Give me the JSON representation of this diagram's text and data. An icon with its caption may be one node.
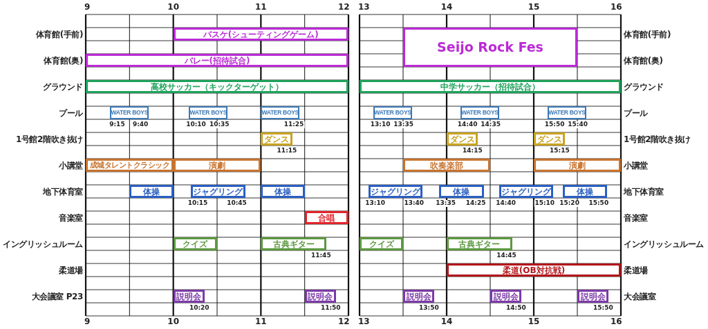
{
  "diagram": {
    "nodes": [
      {
        "text": [
          "バスケ(シューティングゲーム)"
        ]
      },
      {
        "text": [
          "Seijo Rock Fes"
        ]
      },
      {
        "text": [
          "バレー(招待試合)"
        ]
      },
      {
        "text": [
          "高校サッカー（キックターゲット）"
        ]
      },
      {
        "text": [
          "中学サッカー（招待試合）"
        ]
      },
      {
        "text": [
          "WATER BOYS"
        ],
        "beside": [
          "9:15",
          "9:40"
        ]
      },
      {
        "text": [
          "WATER BOYS"
        ],
        "beside": [
          "10:10",
          "10:35"
        ]
      },
      {
        "text": [
          "WATER BOYS"
        ],
        "beside": [
          "11:25"
        ]
      },
      {
        "text": [
          "WATER BOYS"
        ],
        "beside": [
          "13:10",
          "13:35"
        ]
      },
      {
        "text": [
          "WATER BOYS"
        ],
        "beside": [
          "14:40",
          "14:35"
        ]
      },
      {
        "text": [
          "WATER BOYS"
        ],
        "beside": [
          "15:50",
          "15:40"
        ]
      },
      {
        "text": [
          "ダンス"
        ],
        "beside": [
          "11:15"
        ]
      },
      {
        "text": [
          "ダンス"
        ],
        "beside": [
          "14:15"
        ]
      },
      {
        "text": [
          "ダンス"
        ],
        "beside": [
          "15:15"
        ]
      },
      {
        "text": [
          "成城タレントクラシック"
        ]
      },
      {
        "text": [
          "演劇"
        ]
      },
      {
        "text": [
          "吹奏楽部"
        ]
      },
      {
        "text": [
          "演劇"
        ]
      },
      {
        "text": [
          "体操"
        ]
      },
      {
        "text": [
          "ジャグリング"
        ],
        "beside": [
          "10:15",
          "10:45"
        ]
      },
      {
        "text": [
          "体操"
        ]
      },
      {
        "text": [
          "ジャグリング"
        ],
        "beside": [
          "13:10",
          "13:40"
        ]
      },
      {
        "text": [
          "体操"
        ],
        "beside": [
          "13:35",
          "14:25"
        ]
      },
      {
        "text": [
          "ジャグリング"
        ],
        "beside": [
          "14:40",
          "15:10"
        ]
      },
      {
        "text": [
          "体操"
        ],
        "beside": [
          "15:20",
          "15:50"
        ]
      },
      {
        "text": [
          "合唱"
        ]
      },
      {
        "text": [
          "クイズ"
        ]
      },
      {
        "text": [
          "古典ギター"
        ],
        "beside": [
          "11:45"
        ]
      },
      {
        "text": [
          "クイズ"
        ]
      },
      {
        "text": [
          "古典ギター"
        ],
        "beside": [
          "14:45"
        ]
      },
      {
        "text": [
          "柔道(OB対抗戦)"
        ]
      },
      {
        "text": [
          "説明会"
        ],
        "beside": [
          "10:20"
        ]
      },
      {
        "text": [
          "説明会"
        ],
        "beside": [
          "11:50"
        ]
      },
      {
        "text": [
          "説明会"
        ],
        "beside": [
          "13:50"
        ]
      },
      {
        "text": [
          "説明会"
        ],
        "beside": [
          "14:50"
        ]
      },
      {
        "text": [
          "説明会"
        ],
        "beside": [
          "15:50"
        ]
      }
    ],
    "labels": [
      "9",
      "10",
      "11",
      "12",
      "13",
      "14",
      "15",
      "16",
      "体育館(手前)",
      "体育館(手前)",
      "体育館(奥)",
      "体育館(奥)",
      "グラウンド",
      "グラウンド",
      "プール",
      "プール",
      "1号館2階吹き抜け",
      "1号館2階吹き抜け",
      "小講堂",
      "小講堂",
      "地下体育室",
      "地下体育室",
      "音楽室",
      "音楽室",
      "イングリッシュルーム",
      "イングリッシュルーム",
      "柔道場",
      "柔道場",
      "大会議室 P23",
      "大会議室",
      "9",
      "10",
      "11",
      "12",
      "13",
      "14",
      "15",
      "16"
    ]
  }
}
